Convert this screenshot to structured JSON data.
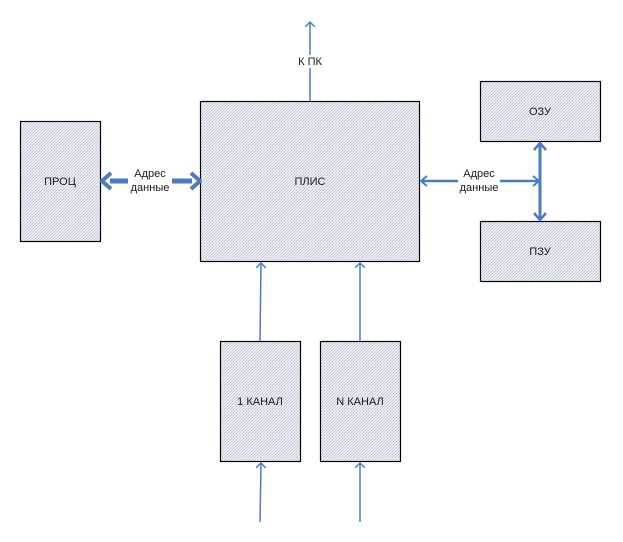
{
  "colors": {
    "box_fill": "#e4e8f0",
    "box_stroke": "#000000",
    "arrow": "#4a7cc4"
  },
  "blocks": {
    "plis": "ПЛИС",
    "proc": "ПРОЦ",
    "ozu": "ОЗУ",
    "pzu": "ПЗУ",
    "channel_1": "1 КАНАЛ",
    "channel_n": "N КАНАЛ"
  },
  "connections": {
    "to_pc": "К ПК",
    "proc_bus_line1": "Адрес",
    "proc_bus_line2": "данные",
    "mem_bus_line1": "Адрес",
    "mem_bus_line2": "данные"
  }
}
